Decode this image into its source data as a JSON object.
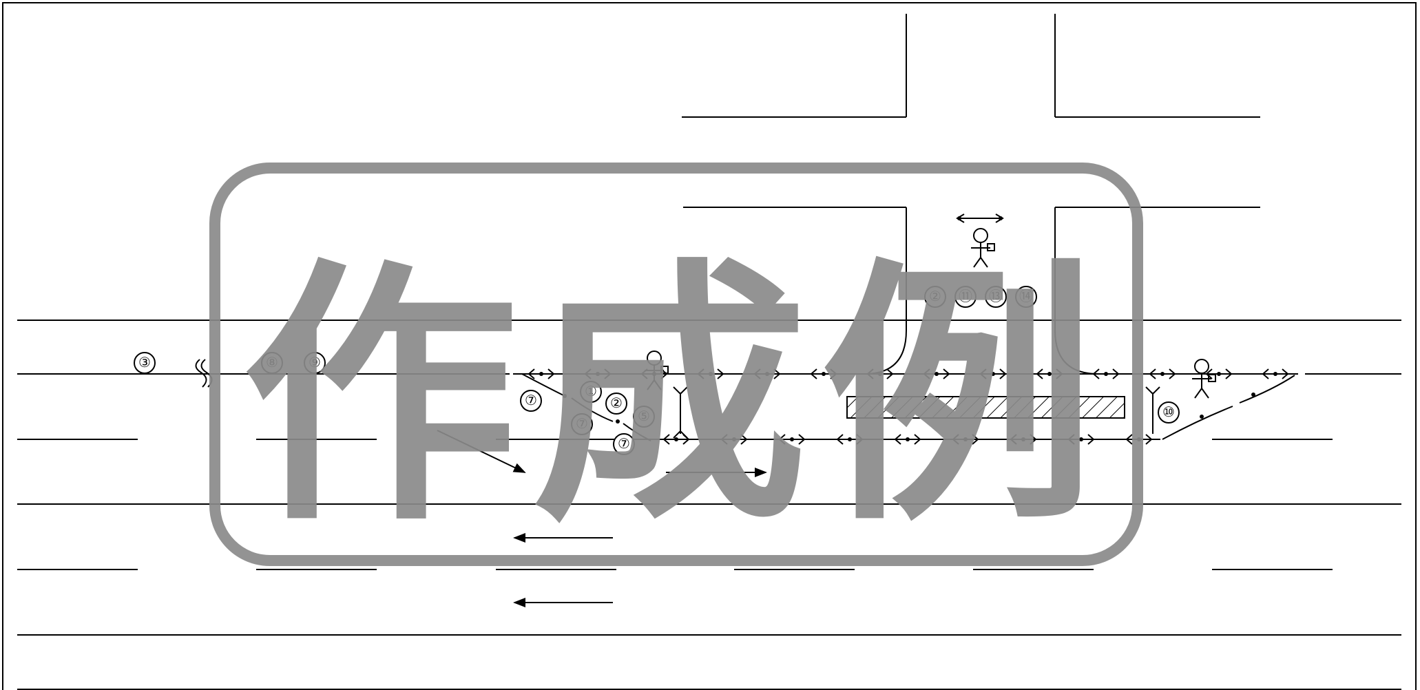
{
  "stamp": {
    "text": "作成例"
  },
  "labels": {
    "left_group": [
      "③",
      "⑧",
      "⑨"
    ],
    "curve_group": [
      "①",
      "②",
      "⑤",
      "⑦",
      "⑦",
      "⑦"
    ],
    "top_group": [
      "②",
      "⑪",
      "⑬",
      "⑭"
    ],
    "right_group": [
      "⑩"
    ]
  },
  "colors": {
    "line": "#000000",
    "stamp": "#8a8a8a",
    "background": "#ffffff"
  },
  "icons": [
    "person-icon",
    "double-chevron-break-icon",
    "direction-arrow-icon",
    "fence-line",
    "hatched-barrier"
  ]
}
